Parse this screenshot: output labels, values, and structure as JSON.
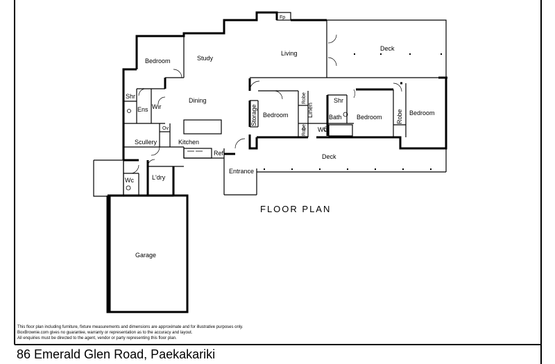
{
  "plan": {
    "heading": "FLOOR PLAN",
    "rooms": {
      "bedroom_1": "Bedroom",
      "study": "Study",
      "living": "Living",
      "deck_top": "Deck",
      "shr_1": "Shr",
      "ens": "Ens",
      "wir": "Wir",
      "dining": "Dining",
      "ov": "Ov",
      "scullery": "Scullery",
      "kitchen": "Kitchen",
      "ref": "Ref",
      "storage": "Storage",
      "bedroom_2": "Bedroom",
      "robe_1": "Robe",
      "linen": "Linen",
      "robe_2": "Robe",
      "wc_1": "Wc",
      "shr_2": "Shr",
      "bath": "Bath",
      "bedroom_3": "Bedroom",
      "robe_3": "Robe",
      "bedroom_4": "Bedroom",
      "deck_bottom": "Deck",
      "entrance": "Entrance",
      "wc_2": "Wc",
      "ldry": "L'dry",
      "garage": "Garage",
      "fp": "Fp"
    }
  },
  "disclaimer": {
    "line1": "This floor plan including furniture, fixture measurements and dimensions are approximate and for illustrative purposes only.",
    "line2": "BoxBrownie.com gives no guarantee, warranty or representation as to the accuracy and layout.",
    "line3": "All enquiries must be directed to the agent, vendor or party representing this floor plan."
  },
  "address": "86 Emerald Glen Road, Paekakariki"
}
